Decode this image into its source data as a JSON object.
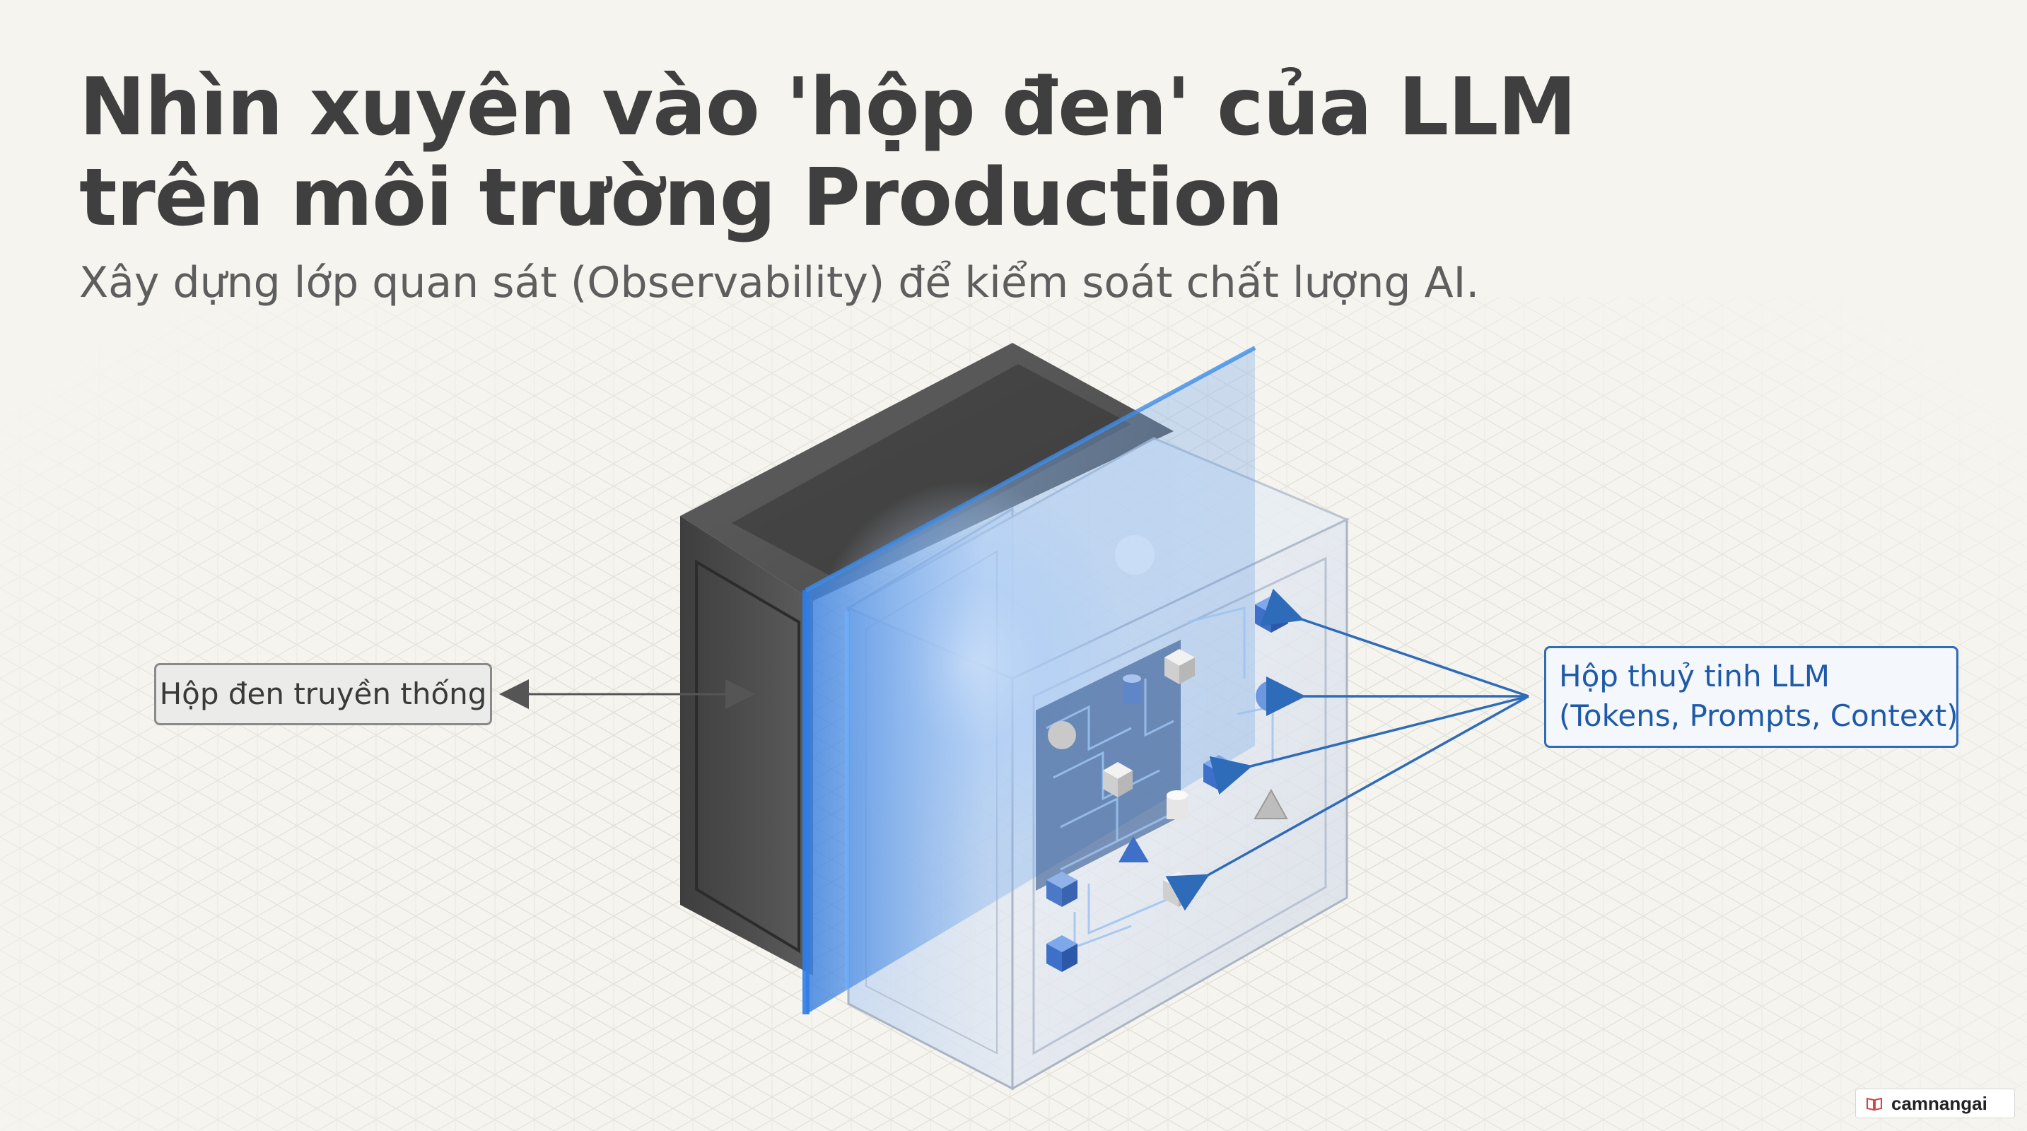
{
  "title": {
    "line1": "Nhìn xuyên vào 'hộp đen' của LLM",
    "line2": "trên môi trường Production"
  },
  "subtitle": "Xây dựng lớp quan sát (Observability) để kiểm soát chất lượng AI.",
  "labels": {
    "black_box": "Hộp đen truyền thống",
    "glass_box_line1": "Hộp thuỷ tinh LLM",
    "glass_box_line2": "(Tokens, Prompts, Context)"
  },
  "watermark": "camnangai",
  "colors": {
    "background": "#f5f4ee",
    "title": "#3f3f3f",
    "subtitle": "#5e5e5e",
    "accent_blue": "#2e6bb8",
    "black_box": "#4a4a4a"
  },
  "icons": {
    "arrow": "double-headed-arrow-icon",
    "badge": "book-icon"
  }
}
